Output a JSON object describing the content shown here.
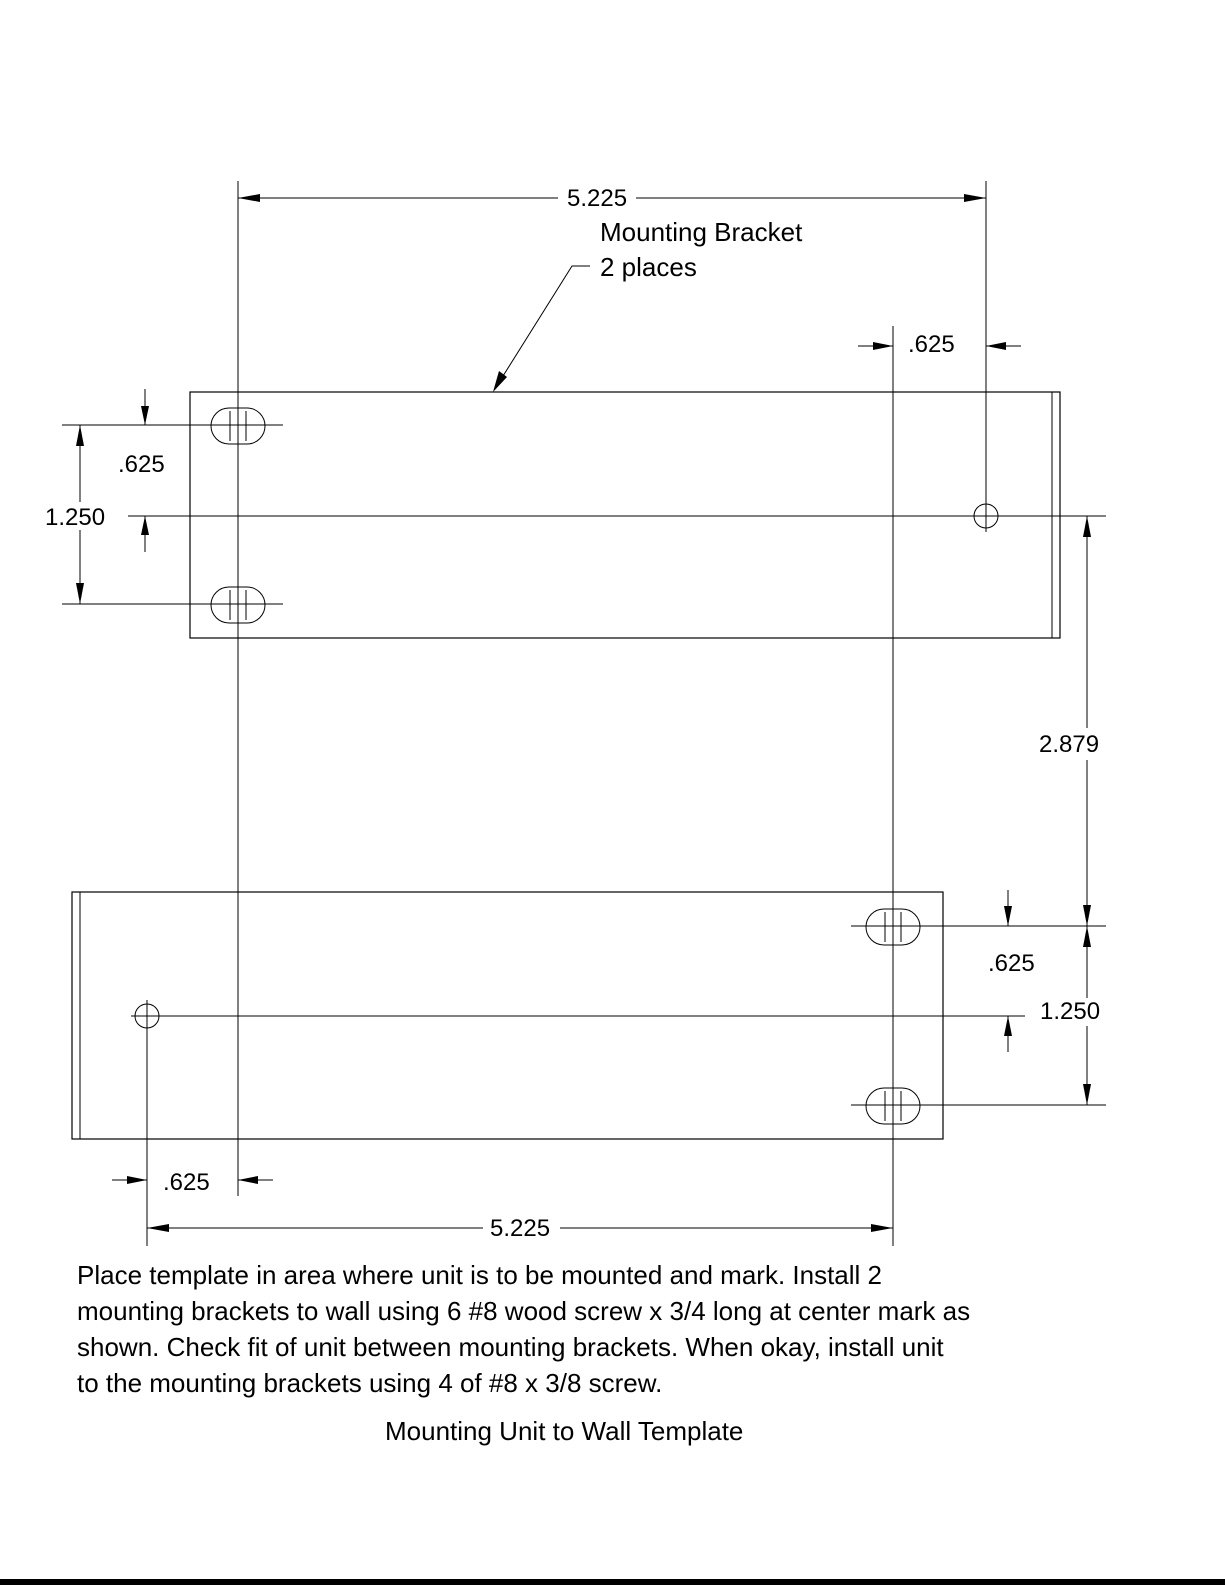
{
  "diagram": {
    "bracket_callout": {
      "line1": "Mounting Bracket",
      "line2": "2 places"
    },
    "dimensions": {
      "top_span": "5.225",
      "top_edge_offset": ".625",
      "left_half_spacing": ".625",
      "left_slot_spacing": "1.250",
      "bracket_gap": "2.879",
      "right_half_spacing": ".625",
      "right_slot_spacing": "1.250",
      "bottom_edge_offset": ".625",
      "bottom_span": "5.225"
    },
    "instructions": [
      "Place template in area where unit is to be mounted and mark.  Install 2",
      "mounting brackets to wall using 6 #8 wood screw x 3/4 long at center mark as",
      "shown.  Check fit of unit between mounting brackets.  When okay, install unit",
      "to the mounting brackets using 4 of #8 x 3/8 screw."
    ],
    "caption": "Mounting Unit to Wall Template"
  }
}
